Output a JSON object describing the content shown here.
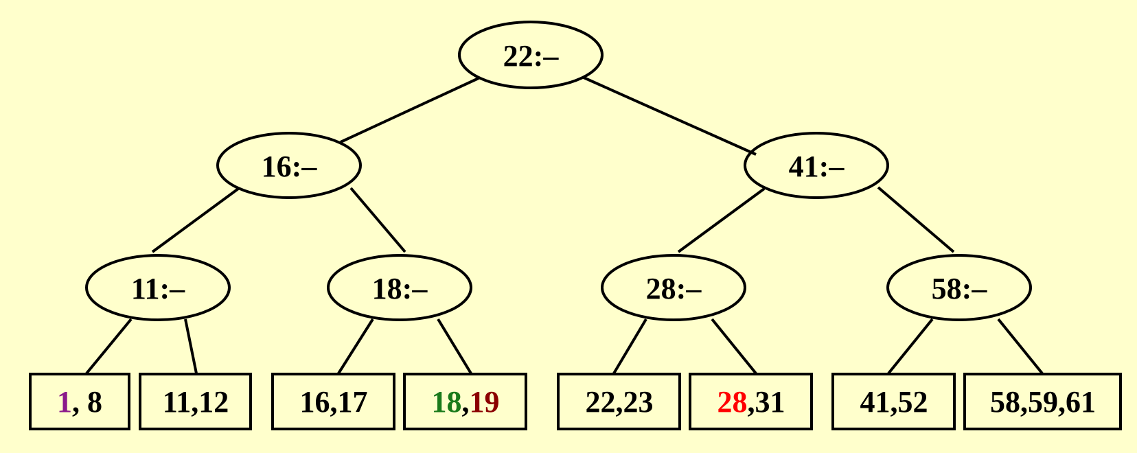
{
  "colors": {
    "background": "#ffffcc",
    "stroke": "#000000",
    "purple": "#8b1a8b",
    "green": "#1a7a1a",
    "dark_red": "#8b0000",
    "red": "#ff0000"
  },
  "nodes": {
    "root": "22:–",
    "n16": "16:–",
    "n41": "41:–",
    "n11": "11:–",
    "n18": "18:–",
    "n28": "28:–",
    "n58": "58:–"
  },
  "leaves": {
    "l1": {
      "a": "1",
      "b": ", 8"
    },
    "l2": {
      "text": "11,12"
    },
    "l3": {
      "text": "16,17"
    },
    "l4": {
      "a": "18",
      "sep": ",",
      "b": "19"
    },
    "l5": {
      "text": "22,23"
    },
    "l6": {
      "a": "28",
      "b": ",31"
    },
    "l7": {
      "text": "41,52"
    },
    "l8": {
      "text": "58,59,61"
    }
  }
}
